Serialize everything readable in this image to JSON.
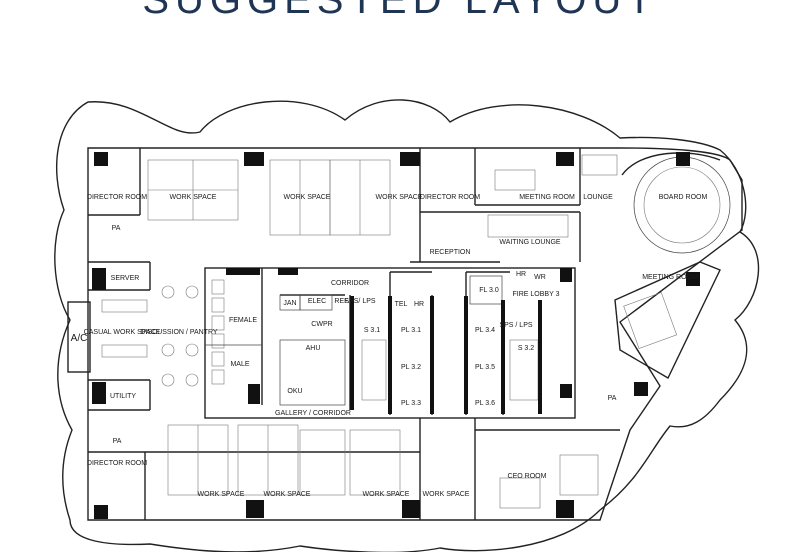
{
  "title": "SUGGESTED LAYOUT",
  "rooms": {
    "director_room_top": "DIRECTOR ROOM",
    "work_space_1": "WORK SPACE",
    "work_space_2": "WORK SPACE",
    "work_space_3": "WORK SPACE",
    "director_room_mid": "DIRECTOR ROOM",
    "meeting_room_top": "MEETING ROOM",
    "lounge": "LOUNGE",
    "board_room": "BOARD ROOM",
    "pa_top": "PA",
    "server": "SERVER",
    "reception": "RECEPTION",
    "waiting_lounge": "WAITING LOUNGE",
    "meeting_room_right": "MEETING ROOM",
    "corridor": "CORRIDOR",
    "hr_top": "HR",
    "wr": "WR",
    "fire_lobby": "FIRE LOBBY 3",
    "fl": "FL 3.0",
    "jan": "JAN",
    "elec": "ELEC",
    "ref": "REF.",
    "sps_lps_left": "SPS/ LPS",
    "tel": "TEL",
    "hr_core": "HR",
    "cwpr": "CWPR",
    "s31": "S 3.1",
    "pl31": "PL 3.1",
    "pl32": "PL 3.2",
    "pl33": "PL 3.3",
    "pl34": "PL 3.4",
    "pl35": "PL 3.5",
    "pl36": "PL 3.6",
    "sps_lps_right": "SPS / LPS",
    "s32": "S 3.2",
    "female": "FEMALE",
    "male": "MALE",
    "ahu": "AHU",
    "oku": "OKU",
    "ac": "A/C",
    "casual_work_space": "CASUAL WORK SPACE",
    "discussion_pantry": "DISCUSSION / PANTRY",
    "utility": "UTILITY",
    "pa_mid": "PA",
    "pa_right": "PA",
    "gallery_corridor": "GALLERY / CORRIDOR",
    "director_room_bottom": "DIRECTOR ROOM",
    "work_space_4": "WORK SPACE",
    "work_space_5": "WORK SPACE",
    "work_space_6": "WORK SPACE",
    "work_space_7": "WORK SPACE",
    "ceo_room": "CEO ROOM"
  }
}
